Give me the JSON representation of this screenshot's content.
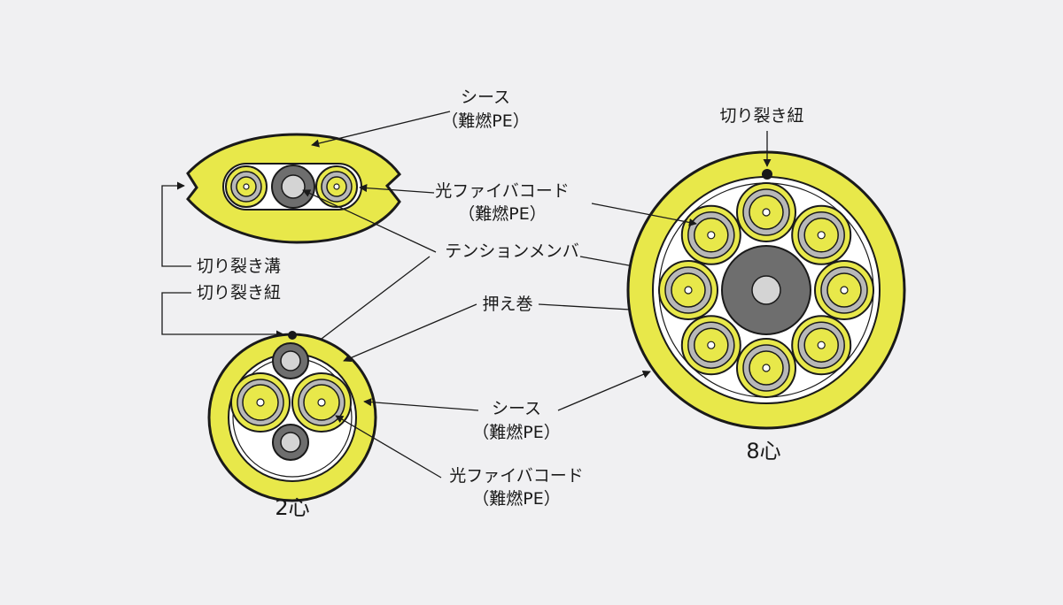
{
  "colors": {
    "background": "#f0f0f2",
    "sheath": "#e8e84a",
    "outline": "#1a1a1a",
    "wrap": "#ffffff",
    "fiber_ring": "#b8b8b8",
    "fiber_core": "#e8e84a",
    "tension_member": "#6e6e6e",
    "tension_center": "#d4d4d4"
  },
  "labels": {
    "flat": {
      "sheath_l1": "シース",
      "sheath_l2": "（難燃PE）",
      "fiber_l1": "光ファイバコード",
      "fiber_l2": "（難燃PE）",
      "tension": "テンションメンバ",
      "groove": "切り裂き溝",
      "rip_cord": "切り裂き紐"
    },
    "two_core": {
      "wrap": "押え巻",
      "sheath_l1": "シース",
      "sheath_l2": "（難燃PE）",
      "fiber_l1": "光ファイバコード",
      "fiber_l2": "（難燃PE）",
      "caption": "2心"
    },
    "eight_core": {
      "rip_cord": "切り裂き紐",
      "caption": "8心"
    }
  }
}
